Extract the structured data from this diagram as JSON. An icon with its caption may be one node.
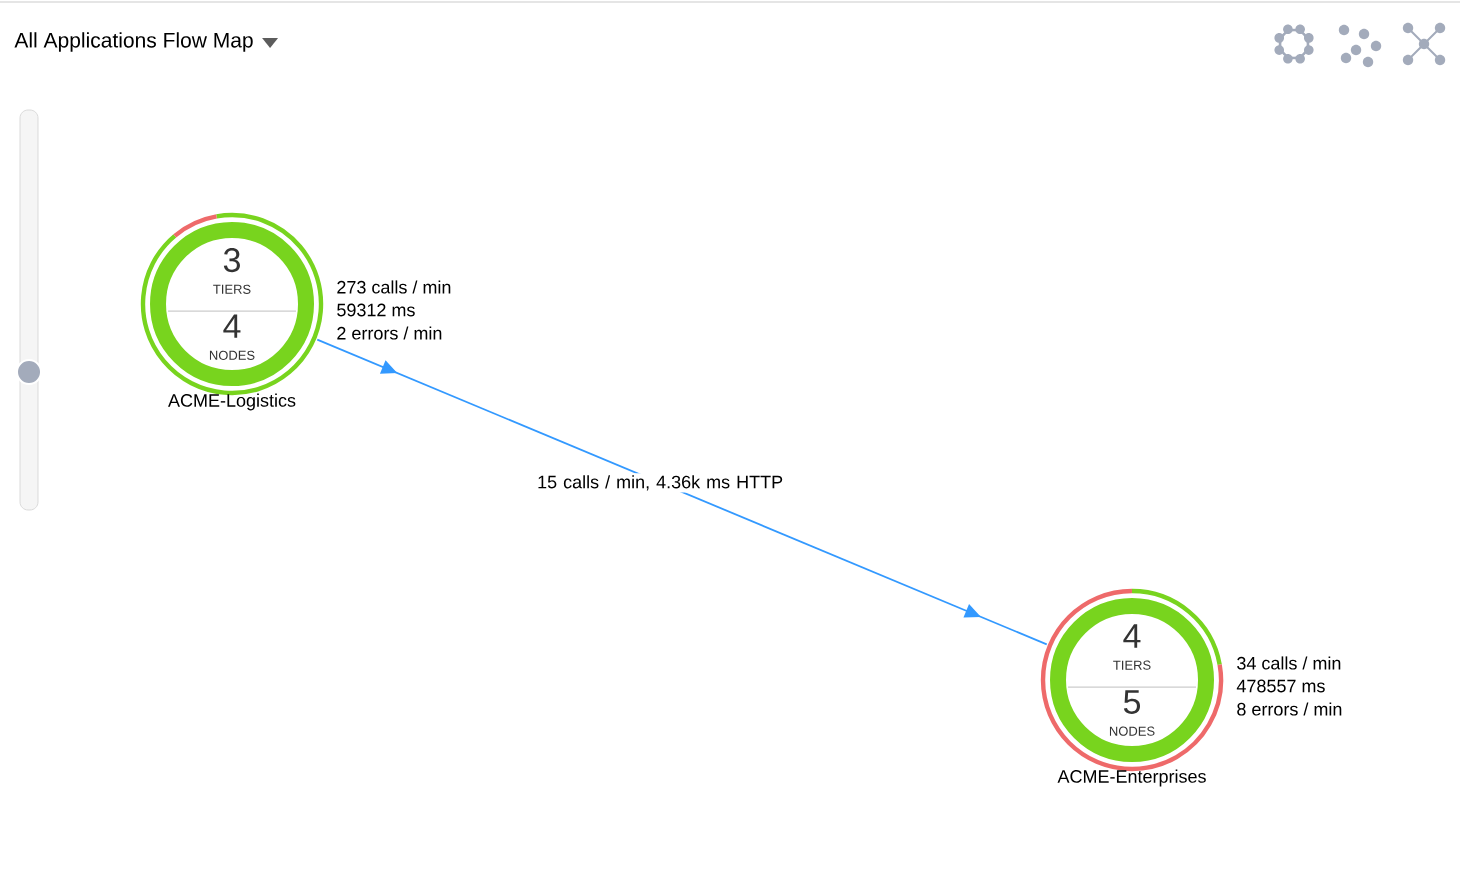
{
  "diagram": {
    "title": "All Applications Flow Map",
    "nodes": [
      {
        "text": [
          "3",
          "TIERS",
          "4",
          "NODES"
        ],
        "beside": [
          "ACME-Logistics",
          "273 calls / min",
          "59312 ms",
          "2 errors / min"
        ]
      },
      {
        "text": [
          "4",
          "TIERS",
          "5",
          "NODES"
        ],
        "beside": [
          "ACME-Enterprises",
          "34 calls / min",
          "478557 ms",
          "8 errors / min"
        ]
      }
    ],
    "edges": [
      {
        "from": 0,
        "to": 1,
        "arrow": "to",
        "label": "15 calls / min, 4.36k ms HTTP"
      }
    ]
  }
}
